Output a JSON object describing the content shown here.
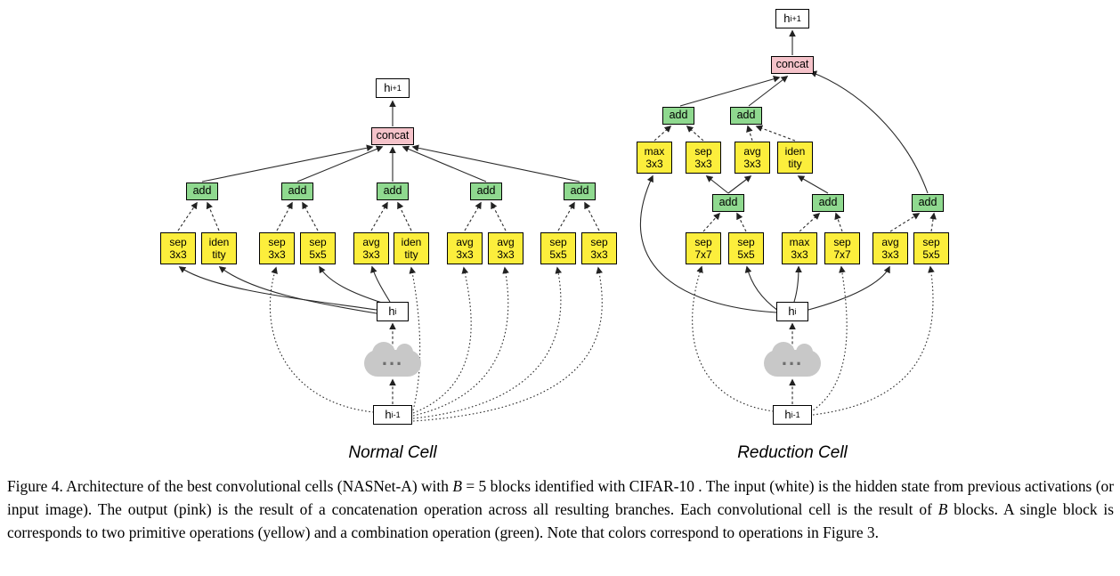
{
  "colors": {
    "input_box": "#ffffff",
    "concat_box": "#f5c3ca",
    "add_box": "#8fd98f",
    "op_box": "#fcee3c",
    "cloud": "#c8c8c8"
  },
  "normal_cell": {
    "label": "Normal Cell",
    "h_out": {
      "base": "h",
      "sub": "i+1"
    },
    "concat": "concat",
    "adds": [
      "add",
      "add",
      "add",
      "add",
      "add"
    ],
    "ops": [
      {
        "l1": "sep",
        "l2": "3x3"
      },
      {
        "l1": "iden",
        "l2": "tity"
      },
      {
        "l1": "sep",
        "l2": "3x3"
      },
      {
        "l1": "sep",
        "l2": "5x5"
      },
      {
        "l1": "avg",
        "l2": "3x3"
      },
      {
        "l1": "iden",
        "l2": "tity"
      },
      {
        "l1": "avg",
        "l2": "3x3"
      },
      {
        "l1": "avg",
        "l2": "3x3"
      },
      {
        "l1": "sep",
        "l2": "5x5"
      },
      {
        "l1": "sep",
        "l2": "3x3"
      }
    ],
    "h_in": {
      "base": "h",
      "sub": "i"
    },
    "h_prev": {
      "base": "h",
      "sub": "i-1"
    },
    "cloud": "..."
  },
  "reduction_cell": {
    "label": "Reduction Cell",
    "h_out": {
      "base": "h",
      "sub": "i+1"
    },
    "concat": "concat",
    "upper_adds": [
      "add",
      "add"
    ],
    "upper_ops": [
      {
        "l1": "max",
        "l2": "3x3"
      },
      {
        "l1": "sep",
        "l2": "3x3"
      },
      {
        "l1": "avg",
        "l2": "3x3"
      },
      {
        "l1": "iden",
        "l2": "tity"
      }
    ],
    "mid_adds": [
      "add",
      "add",
      "add"
    ],
    "bottom_ops": [
      {
        "l1": "sep",
        "l2": "7x7"
      },
      {
        "l1": "sep",
        "l2": "5x5"
      },
      {
        "l1": "max",
        "l2": "3x3"
      },
      {
        "l1": "sep",
        "l2": "7x7"
      },
      {
        "l1": "avg",
        "l2": "3x3"
      },
      {
        "l1": "sep",
        "l2": "5x5"
      }
    ],
    "h_in": {
      "base": "h",
      "sub": "i"
    },
    "h_prev": {
      "base": "h",
      "sub": "i-1"
    },
    "cloud": "..."
  },
  "caption": {
    "segments": [
      {
        "text": "Figure 4. Architecture of the best convolutional cells (NASNet-A) with "
      },
      {
        "text": "B"
      },
      {
        "text": " = 5 blocks identified with CIFAR-10 . The input (white) is the hidden state from previous activations (or input image). The output (pink) is the result of a concatenation operation across all resulting branches. Each convolutional cell is the result of "
      },
      {
        "text": "B"
      },
      {
        "text": " blocks. A single block is corresponds to two primitive operations (yellow) and a combination operation (green). Note that colors correspond to operations in Figure 3."
      }
    ]
  }
}
